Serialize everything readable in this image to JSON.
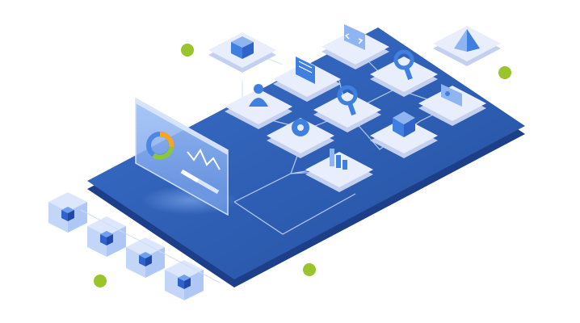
{
  "colors": {
    "platform_top": "#2f5fb6",
    "platform_side": "#1d3f8a",
    "tile_top": "#e8eefc",
    "tile_side": "#c3d0f0",
    "icon_blue": "#3f7fe0",
    "icon_light": "#8fb4f2",
    "line": "#cfdcfb",
    "dot_green": "#9ac42c",
    "cube_fill": "#bcd1f7",
    "cube_core": "#2f63c9",
    "donut_green": "#8cc63f",
    "donut_orange": "#f5a623",
    "donut_blue": "#4d86e6"
  },
  "tiles": [
    {
      "id": "code",
      "icon": "code-window-icon"
    },
    {
      "id": "magnifier-top",
      "icon": "magnifier-icon"
    },
    {
      "id": "document",
      "icon": "document-icon"
    },
    {
      "id": "user",
      "icon": "user-icon"
    },
    {
      "id": "search",
      "icon": "search-icon"
    },
    {
      "id": "id-card",
      "icon": "id-card-icon"
    },
    {
      "id": "gear",
      "icon": "gear-icon"
    },
    {
      "id": "box",
      "icon": "cube-icon"
    },
    {
      "id": "bar-chart",
      "icon": "bar-chart-icon"
    }
  ],
  "floating_tiles": [
    {
      "id": "cube-tile",
      "icon": "cube-icon"
    },
    {
      "id": "pyramid-tile",
      "icon": "pyramid-icon"
    }
  ],
  "dashboard_panel": {
    "icons": [
      "donut-chart-icon",
      "line-chart-icon",
      "progress-bar-icon"
    ]
  }
}
